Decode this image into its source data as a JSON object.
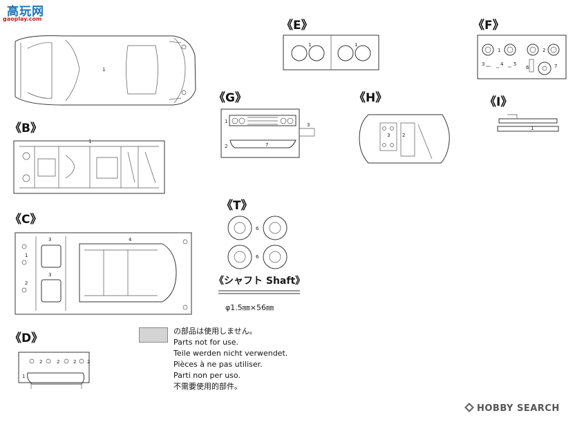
{
  "watermark": {
    "name": "高玩网",
    "url": "gaoplay.com"
  },
  "labels": {
    "a_missing": "",
    "b": "《B》",
    "c": "《C》",
    "d": "《D》",
    "e": "《E》",
    "f": "《F》",
    "g": "《G》",
    "h": "《H》",
    "i": "《I》",
    "t": "《T》"
  },
  "shaft": {
    "title": "《シャフト Shaft》",
    "dimension": "φ1.5㎜×56㎜"
  },
  "not_for_use": [
    "の部品は使用しません。",
    "Parts not for use.",
    "Teile werden nicht verwendet.",
    "Pièces à ne pas utiliser.",
    "Parti non per uso.",
    "不需要使用的部件。"
  ],
  "brand": {
    "text": "HOBBY SEARCH"
  },
  "part_numbers": {
    "e": [
      "1",
      "1"
    ],
    "f": [
      "1",
      "2",
      "3",
      "4",
      "5",
      "6",
      "7"
    ],
    "g": [
      "1",
      "2",
      "3",
      "7"
    ],
    "t": [
      "6",
      "6"
    ],
    "c": [
      "3",
      "4",
      "1",
      "2",
      "3"
    ],
    "d": [
      "2",
      "2",
      "2",
      "2",
      "1"
    ]
  },
  "colors": {
    "line": "#333333",
    "swatch": "#d4d4d4",
    "watermark_blue": "#1a73b8",
    "watermark_red": "#d2141b"
  }
}
